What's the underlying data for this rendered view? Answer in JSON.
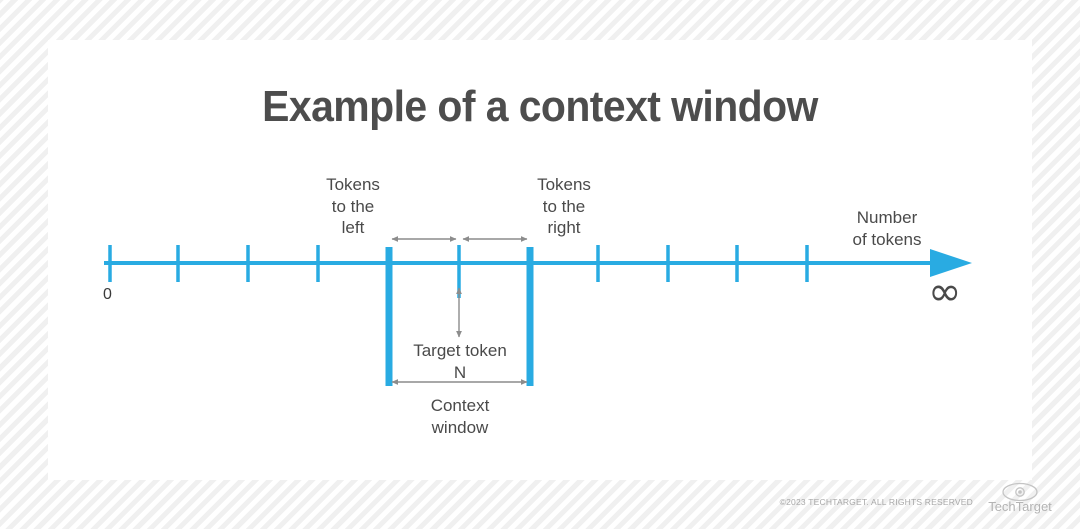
{
  "card": {
    "title": "Example of a context window"
  },
  "diagram": {
    "type": "annotated-number-line",
    "axis": {
      "name": "number-of-tokens-axis",
      "label": "Number\nof tokens",
      "start_label": "0",
      "end_label": "∞",
      "color": "#29ABE2",
      "tick_count": 11,
      "has_arrowhead": true
    },
    "labels": {
      "tokens_left": "Tokens\nto the\nleft",
      "tokens_right": "Tokens\nto the\nright",
      "target_token": "Target token\nN",
      "context_window": "Context\nwindow"
    },
    "markers": {
      "left_boundary_name": "context-window-left-boundary",
      "right_boundary_name": "context-window-right-boundary",
      "target_tick_name": "target-token-tick",
      "boundary_color": "#29ABE2"
    },
    "annotation_arrows": {
      "color": "#8c8c8c",
      "items": [
        "tokens-to-left-span-arrow",
        "tokens-to-right-span-arrow",
        "target-token-pointer-arrow",
        "context-window-span-arrow"
      ]
    }
  },
  "footer": {
    "copyright": "©2023 TECHTARGET. ALL RIGHTS RESERVED",
    "logo_text": "TechTarget",
    "logo_icon": "eye-icon"
  }
}
